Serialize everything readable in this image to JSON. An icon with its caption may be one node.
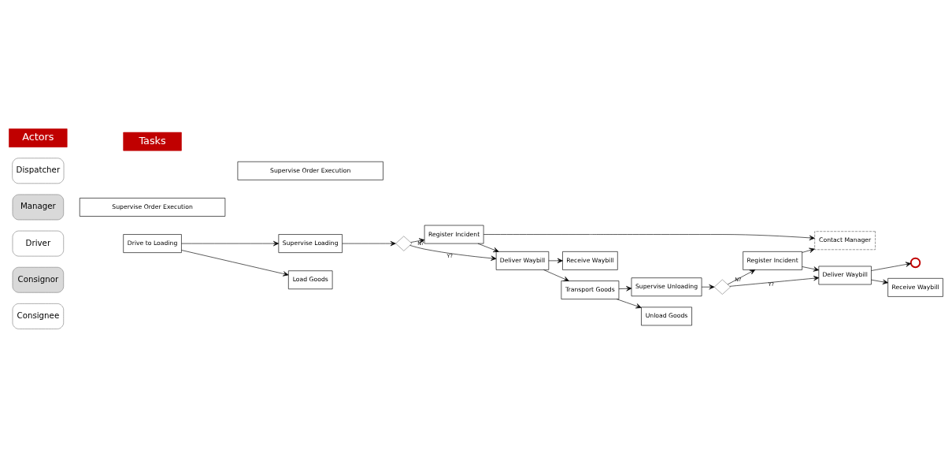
{
  "diagram": {
    "nodes": [
      {
        "text": [
          "Actors"
        ]
      },
      {
        "text": [
          "Tasks"
        ]
      },
      {
        "text": [
          "Dispatcher"
        ]
      },
      {
        "text": [
          "Manager"
        ]
      },
      {
        "text": [
          "Driver"
        ]
      },
      {
        "text": [
          "Consignor"
        ]
      },
      {
        "text": [
          "Consignee"
        ]
      },
      {
        "text": [
          "Supervise Order Execution"
        ]
      },
      {
        "text": [
          "Supervise Order Execution"
        ]
      },
      {
        "text": [
          "Contact Manager"
        ]
      },
      {
        "text": [
          "Drive to Loading"
        ]
      },
      {
        "text": [
          "Supervise Loading"
        ]
      },
      {
        "text": [],
        "shape": "diamond"
      },
      {
        "text": [
          "Register Incident"
        ]
      },
      {
        "text": [
          "Deliver Waybill"
        ]
      },
      {
        "text": [
          "Transport Goods"
        ]
      },
      {
        "text": [
          "Supervise Unloading"
        ]
      },
      {
        "text": [],
        "shape": "diamond"
      },
      {
        "text": [
          "Register Incident"
        ]
      },
      {
        "text": [
          "Deliver Waybill"
        ]
      },
      {
        "text": [],
        "shape": "circle"
      },
      {
        "text": [
          "Load Goods"
        ]
      },
      {
        "text": [
          "Receive Waybill"
        ]
      },
      {
        "text": [
          "Unload Goods"
        ]
      },
      {
        "text": [
          "Receive Waybill"
        ]
      }
    ],
    "edges": [
      {
        "from": 10,
        "to": 11,
        "arrow": "to"
      },
      {
        "from": 10,
        "to": 21,
        "arrow": "to"
      },
      {
        "from": 11,
        "to": 12,
        "arrow": "to"
      },
      {
        "from": 12,
        "to": 13,
        "arrow": "to",
        "label": "N?"
      },
      {
        "from": 12,
        "to": 14,
        "arrow": "to",
        "label": "Y?"
      },
      {
        "from": 13,
        "to": 14,
        "arrow": "to"
      },
      {
        "from": 13,
        "to": 9,
        "arrow": "to"
      },
      {
        "from": 14,
        "to": 15,
        "arrow": "to"
      },
      {
        "from": 14,
        "to": 22,
        "arrow": "to"
      },
      {
        "from": 15,
        "to": 16,
        "arrow": "to"
      },
      {
        "from": 15,
        "to": 23,
        "arrow": "to"
      },
      {
        "from": 16,
        "to": 17,
        "arrow": "to"
      },
      {
        "from": 17,
        "to": 18,
        "arrow": "to",
        "label": "N?"
      },
      {
        "from": 17,
        "to": 19,
        "arrow": "to",
        "label": "Y?"
      },
      {
        "from": 18,
        "to": 19,
        "arrow": "to"
      },
      {
        "from": 18,
        "to": 9,
        "arrow": "to"
      },
      {
        "from": 19,
        "to": 20,
        "arrow": "to"
      },
      {
        "from": 19,
        "to": 24,
        "arrow": "to"
      }
    ]
  }
}
